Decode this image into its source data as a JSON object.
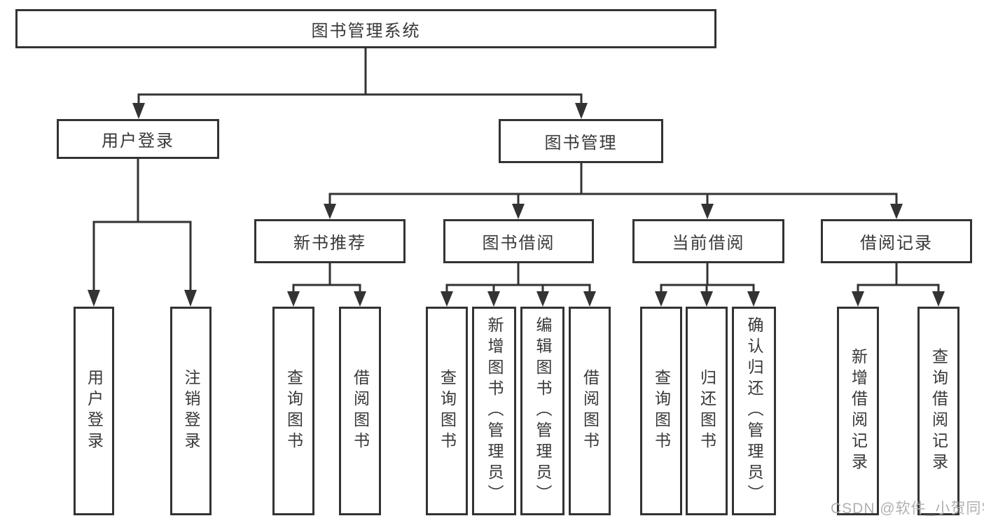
{
  "colors": {
    "line": "#333333",
    "text": "#383838",
    "watermark": "#b0b0b0",
    "background": "#ffffff"
  },
  "tree": {
    "label": "图书管理系统",
    "children": [
      {
        "label": "用户登录",
        "children": [
          {
            "label": "用户登录"
          },
          {
            "label": "注销登录"
          }
        ]
      },
      {
        "label": "图书管理",
        "children": [
          {
            "label": "新书推荐",
            "children": [
              {
                "label": "查询图书"
              },
              {
                "label": "借阅图书"
              }
            ]
          },
          {
            "label": "图书借阅",
            "children": [
              {
                "label": "查询图书"
              },
              {
                "label": "新增图书（管理员）"
              },
              {
                "label": "编辑图书（管理员）"
              },
              {
                "label": "借阅图书"
              }
            ]
          },
          {
            "label": "当前借阅",
            "children": [
              {
                "label": "查询图书"
              },
              {
                "label": "归还图书"
              },
              {
                "label": "确认归还（管理员）"
              }
            ]
          },
          {
            "label": "借阅记录",
            "children": [
              {
                "label": "新增借阅记录"
              },
              {
                "label": "查询借阅记录"
              }
            ]
          }
        ]
      }
    ]
  },
  "watermark": {
    "text": "CSDN @软件_小贺同学"
  }
}
